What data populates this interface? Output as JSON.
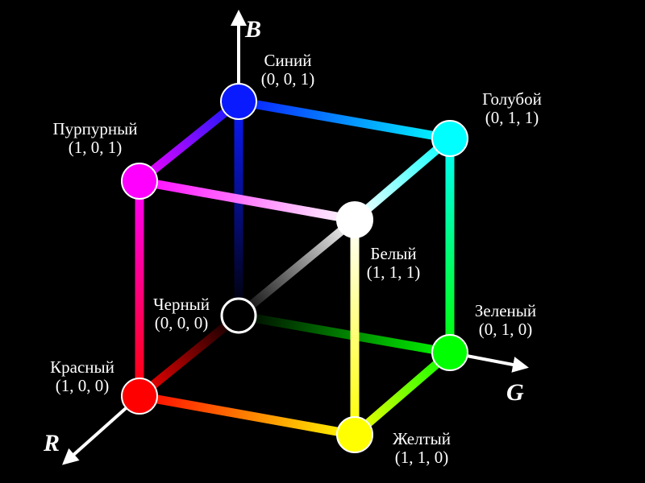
{
  "axes": {
    "b": {
      "label": "B"
    },
    "g": {
      "label": "G"
    },
    "r": {
      "label": "R"
    }
  },
  "vertices": {
    "blue": {
      "name": "Синий",
      "coords": "(0, 0, 1)",
      "color": "#0a1aff"
    },
    "cyan": {
      "name": "Голубой",
      "coords": "(0, 1, 1)",
      "color": "#00ffff"
    },
    "magenta": {
      "name": "Пурпурный",
      "coords": "(1, 0, 1)",
      "color": "#ff00ff"
    },
    "white": {
      "name": "Белый",
      "coords": "(1, 1, 1)",
      "color": "#ffffff"
    },
    "black": {
      "name": "Черный",
      "coords": "(0, 0, 0)",
      "color": "#000000"
    },
    "green": {
      "name": "Зеленый",
      "coords": "(0, 1, 0)",
      "color": "#00ff00"
    },
    "red": {
      "name": "Красный",
      "coords": "(1, 0, 0)",
      "color": "#ff0000"
    },
    "yellow": {
      "name": "Желтый",
      "coords": "(1, 1, 0)",
      "color": "#ffff00"
    }
  }
}
